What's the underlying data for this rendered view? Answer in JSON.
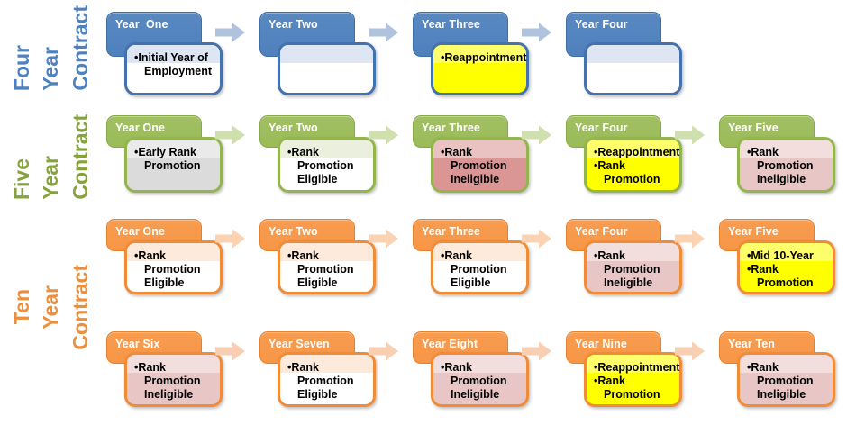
{
  "bullet_char": "•",
  "labels": [
    {
      "id": "four-year-contract",
      "words": [
        "Four",
        "Year",
        "Contract"
      ],
      "color": "#4E81BD"
    },
    {
      "id": "five-year-contract",
      "words": [
        "Five",
        "Year",
        "Contract"
      ],
      "color": "#85A23C"
    },
    {
      "id": "ten-year-contract",
      "words": [
        "Ten",
        "Year",
        "Contract"
      ],
      "color": "#EC8F3D"
    }
  ],
  "palette": {
    "white": "#FFFFFF",
    "yellow": "#FFFF00",
    "gray": "#DBDBDB",
    "pink": "#D99694",
    "pink_light": "#E8C6C5"
  },
  "rows": [
    {
      "name": "four-year-contract",
      "header_bg": "#4F81BD",
      "header_border": "#3D6EA5",
      "header_text_color": "#FFFFFF",
      "card_border": "#4472AE",
      "arrow_color": "#AFC3DF",
      "white_strip": "#DEE6F3",
      "cells": [
        {
          "year": "Year  One",
          "fill": "white",
          "bullets": [
            "Initial Year of Employment"
          ]
        },
        {
          "year": "Year Two",
          "fill": "white",
          "bullets": []
        },
        {
          "year": "Year Three",
          "fill": "yellow",
          "bullets": [
            "Reappointment"
          ]
        },
        {
          "year": "Year Four",
          "fill": "white",
          "bullets": []
        }
      ]
    },
    {
      "name": "five-year-contract",
      "header_bg": "#9BBB59",
      "header_border": "#89A84B",
      "header_text_color": "#FFFFFF",
      "card_border": "#94B54E",
      "arrow_color": "#CFDFAE",
      "white_strip": "#EAF0DD",
      "cells": [
        {
          "year": "Year One",
          "fill": "gray",
          "bullets": [
            "Early Rank Promotion"
          ]
        },
        {
          "year": "Year Two",
          "fill": "white",
          "bullets": [
            "Rank Promotion Eligible"
          ]
        },
        {
          "year": "Year Three",
          "fill": "pink",
          "bullets": [
            "Rank Promotion Ineligible"
          ]
        },
        {
          "year": "Year Four",
          "fill": "yellow",
          "bullets": [
            "Reappointment",
            "Rank Promotion"
          ]
        },
        {
          "year": "Year Five",
          "fill": "pink_light",
          "bullets": [
            "Rank Promotion Ineligible"
          ]
        }
      ]
    },
    {
      "name": "ten-year-contract-years-1-5",
      "header_bg": "#F79646",
      "header_border": "#E3812F",
      "header_text_color": "#FFFFFF",
      "card_border": "#F08C38",
      "arrow_color": "#FBD3B2",
      "white_strip": "#FDEADB",
      "cells": [
        {
          "year": "Year One",
          "fill": "white",
          "bullets": [
            "Rank Promotion Eligible"
          ]
        },
        {
          "year": "Year Two",
          "fill": "white",
          "bullets": [
            "Rank Promotion Eligible"
          ]
        },
        {
          "year": "Year Three",
          "fill": "white",
          "bullets": [
            "Rank Promotion Eligible"
          ]
        },
        {
          "year": "Year Four",
          "fill": "pink_light",
          "bullets": [
            "Rank Promotion Ineligible"
          ]
        },
        {
          "year": "Year Five",
          "fill": "yellow",
          "bullets": [
            "Mid 10-Year",
            "Rank Promotion"
          ]
        }
      ]
    },
    {
      "name": "ten-year-contract-years-6-10",
      "header_bg": "#F79646",
      "header_border": "#E3812F",
      "header_text_color": "#FFFFFF",
      "card_border": "#F08C38",
      "arrow_color": "#F9CFB4",
      "white_strip": "#FDEADB",
      "cells": [
        {
          "year": "Year Six",
          "fill": "pink_light",
          "bullets": [
            "Rank Promotion Ineligible"
          ]
        },
        {
          "year": "Year Seven",
          "fill": "white",
          "bullets": [
            "Rank Promotion Eligible"
          ]
        },
        {
          "year": "Year Eight",
          "fill": "pink_light",
          "bullets": [
            "Rank Promotion Ineligible"
          ]
        },
        {
          "year": "Year Nine",
          "fill": "yellow",
          "bullets": [
            "Reappointment",
            "Rank Promotion"
          ]
        },
        {
          "year": "Year Ten",
          "fill": "pink_light",
          "bullets": [
            "Rank Promotion Ineligible"
          ]
        }
      ]
    }
  ]
}
